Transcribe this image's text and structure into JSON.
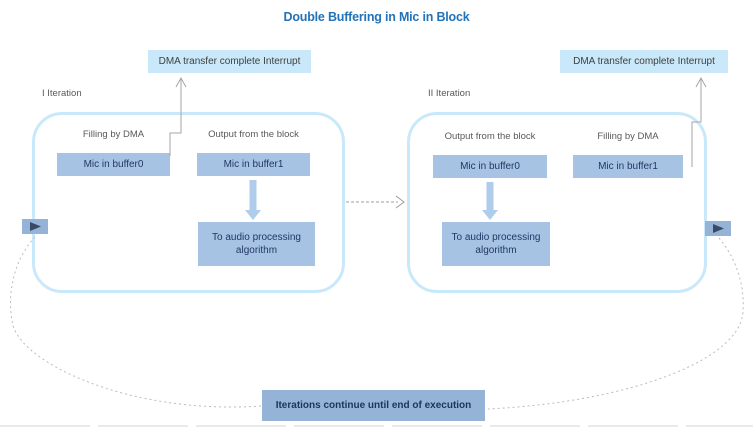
{
  "title": "Double Buffering in Mic in Block",
  "interrupts": {
    "left": "DMA transfer complete Interrupt",
    "right": "DMA transfer complete Interrupt"
  },
  "iteration1": {
    "label": "I Iteration",
    "col1_label": "Filling by DMA",
    "col1_buffer": "Mic in buffer0",
    "col2_label": "Output from the block",
    "col2_buffer": "Mic in buffer1",
    "process": "To audio processing algorithm"
  },
  "iteration2": {
    "label": "II Iteration",
    "col1_label": "Output from the block",
    "col1_buffer": "Mic in buffer0",
    "col2_label": "Filling by DMA",
    "col2_buffer": "Mic in buffer1",
    "process": "To audio processing algorithm"
  },
  "loop_label": "Iterations continue until end of execution",
  "icons": {
    "flow_in": "play-triangle-icon",
    "flow_out": "play-triangle-icon"
  },
  "colors": {
    "title_blue": "#2373b9",
    "interrupt_fill": "#c9e8f9",
    "container_border": "#c9e9fb",
    "buffer_fill": "#a6c3e4",
    "loop_fill": "#95b3d7",
    "thick_arrow": "#afcdeb",
    "line_gray": "#a6a6a6",
    "text_navy": "#203864"
  }
}
